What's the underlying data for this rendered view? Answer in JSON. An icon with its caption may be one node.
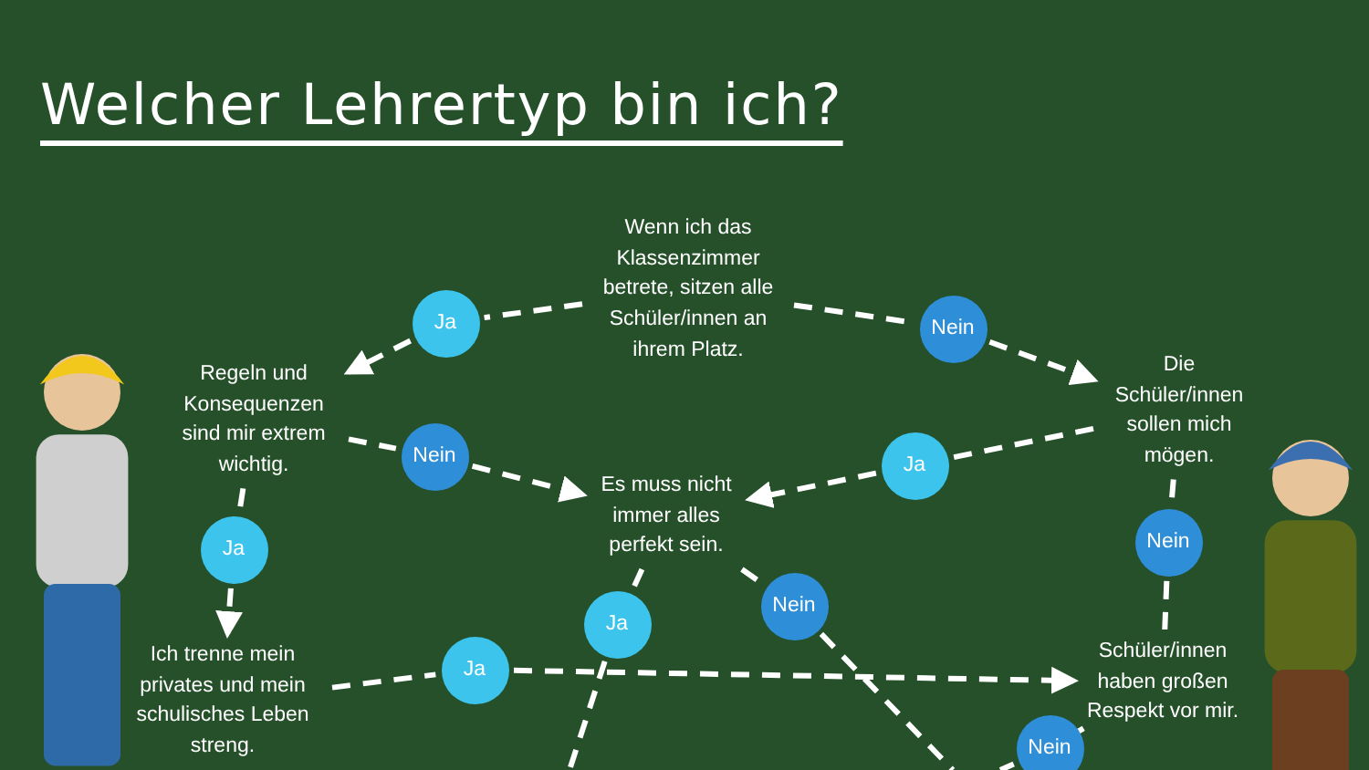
{
  "diagram": {
    "title": "Welcher Lehrertyp bin ich?",
    "nodes": [
      {
        "text": [
          "Wenn ich das Klassenzimmer betrete, sitzen alle Schüler/innen an ihrem Platz."
        ]
      },
      {
        "text": [
          "Ja"
        ]
      },
      {
        "text": [
          "Nein"
        ]
      },
      {
        "text": [
          "Regeln und Konsequenzen sind mir extrem wichtig."
        ]
      },
      {
        "text": [
          "Die Schüler/innen sollen mich mögen."
        ]
      },
      {
        "text": [
          "Nein"
        ]
      },
      {
        "text": [
          "Ja"
        ]
      },
      {
        "text": [
          "Es muss nicht immer alles perfekt sein."
        ]
      },
      {
        "text": [
          "Ja"
        ]
      },
      {
        "text": [
          "Nein"
        ]
      },
      {
        "text": [
          "Ja"
        ]
      },
      {
        "text": [
          "Nein"
        ]
      },
      {
        "text": [
          "Ich trenne mein privates und mein schulisches Leben streng."
        ]
      },
      {
        "text": [
          "Ja"
        ]
      },
      {
        "text": [
          "Schüler/innen haben großen Respekt vor mir."
        ]
      },
      {
        "text": [
          "Nein"
        ]
      }
    ],
    "edges": [
      {
        "from": 0,
        "to": 1,
        "arrow": "none",
        "style": "dashed"
      },
      {
        "from": 1,
        "to": 3,
        "arrow": "to",
        "style": "dashed"
      },
      {
        "from": 0,
        "to": 2,
        "arrow": "none",
        "style": "dashed"
      },
      {
        "from": 2,
        "to": 4,
        "arrow": "to",
        "style": "dashed"
      },
      {
        "from": 3,
        "to": 5,
        "arrow": "none",
        "style": "dashed"
      },
      {
        "from": 5,
        "to": 7,
        "arrow": "to",
        "style": "dashed"
      },
      {
        "from": 4,
        "to": 6,
        "arrow": "none",
        "style": "dashed"
      },
      {
        "from": 6,
        "to": 7,
        "arrow": "to",
        "style": "dashed"
      },
      {
        "from": 3,
        "to": 8,
        "arrow": "none",
        "style": "dashed"
      },
      {
        "from": 8,
        "to": 12,
        "arrow": "to",
        "style": "dashed"
      },
      {
        "from": 4,
        "to": 9,
        "arrow": "none",
        "style": "dashed"
      },
      {
        "from": 9,
        "to": 14,
        "arrow": "none",
        "style": "dashed"
      },
      {
        "from": 7,
        "to": 10,
        "arrow": "none",
        "style": "dashed"
      },
      {
        "from": 10,
        "to": null,
        "arrow": "none",
        "style": "dashed"
      },
      {
        "from": 7,
        "to": 11,
        "arrow": "none",
        "style": "dashed"
      },
      {
        "from": 11,
        "to": null,
        "arrow": "none",
        "style": "dashed"
      },
      {
        "from": 12,
        "to": 13,
        "arrow": "none",
        "style": "dashed"
      },
      {
        "from": 13,
        "to": 14,
        "arrow": "to",
        "style": "dashed"
      },
      {
        "from": 14,
        "to": 15,
        "arrow": "none",
        "style": "dashed"
      },
      {
        "from": 15,
        "to": null,
        "arrow": "none",
        "style": "dashed"
      }
    ]
  }
}
